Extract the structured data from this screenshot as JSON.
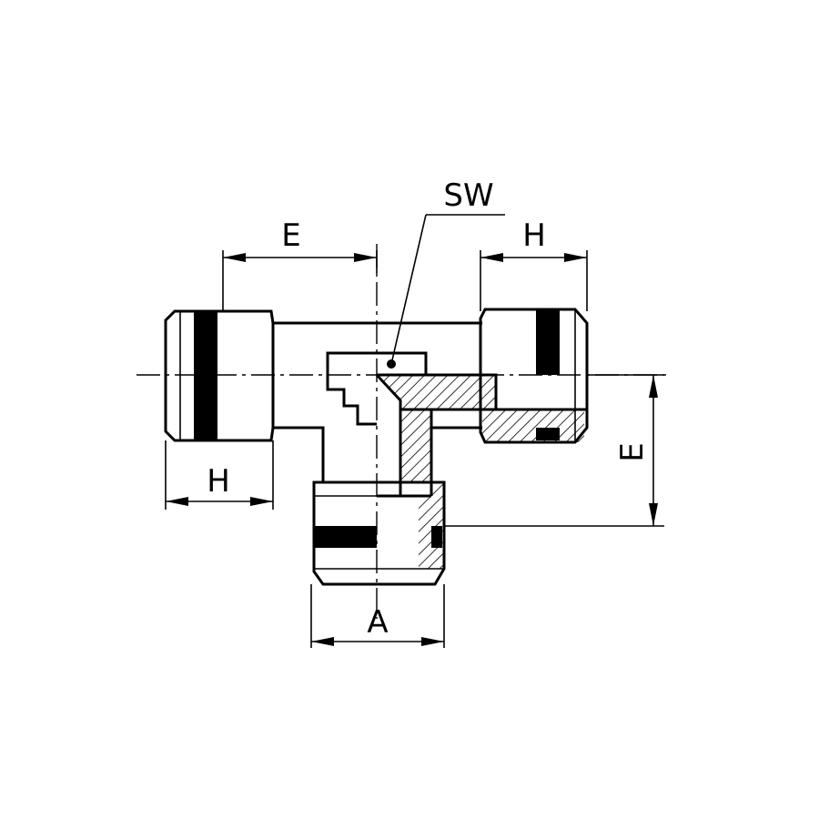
{
  "labels": {
    "sw": "SW",
    "e_top": "E",
    "h_top": "H",
    "h_left": "H",
    "e_right": "E",
    "a_bottom": "A"
  },
  "colors": {
    "line": "#000000",
    "background": "#ffffff"
  }
}
